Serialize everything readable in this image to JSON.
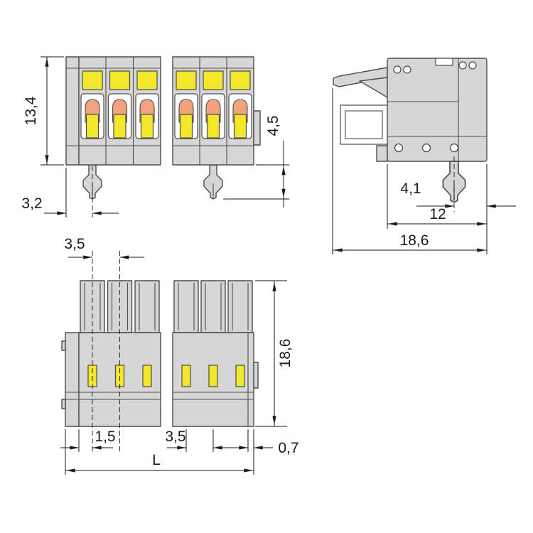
{
  "drawing": {
    "views": {
      "front_view": {
        "dim_height": "13,4",
        "dim_edge_to_foot": "3,2",
        "dim_foot_protrusion": "4,5"
      },
      "side_view": {
        "dim_foot_to_rear_edge": "4,1",
        "dim_body_depth": "12",
        "dim_total_depth": "18,6"
      },
      "bottom_view": {
        "dim_pole_pitch_top": "3,5",
        "dim_total_depth": "18,6",
        "dim_wall_to_first_pole": "1,5",
        "dim_pole_pitch_bottom": "3,5",
        "dim_end_wall_thickness": "0,7",
        "dim_total_length": "L"
      }
    },
    "colors": {
      "housing": "#d6d6d6",
      "button_yellow": "#f2e72b",
      "actuator_orange": "#f1a37d",
      "outline": "#4d4d4d",
      "dimension_line": "#1a1a1a",
      "background": "#ffffff"
    }
  }
}
